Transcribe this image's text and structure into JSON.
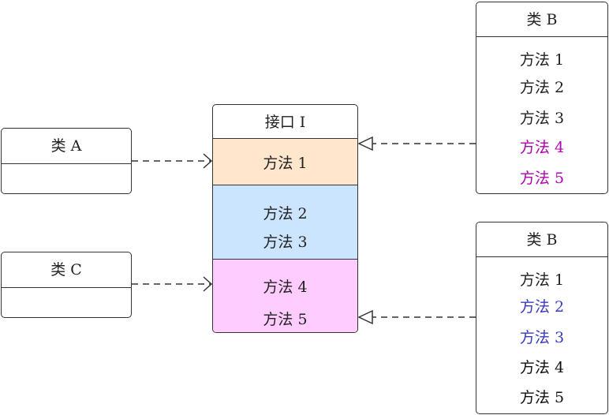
{
  "interface": {
    "title": "接口 I",
    "sections": [
      {
        "color": "#ffe6cc",
        "methods": [
          "方法 1"
        ]
      },
      {
        "color": "#cce5ff",
        "methods": [
          "方法 2",
          "方法 3"
        ]
      },
      {
        "color": "#ffccff",
        "methods": [
          "方法 4",
          "方法 5"
        ]
      }
    ]
  },
  "class_a": {
    "title": "类 A"
  },
  "class_c": {
    "title": "类 C"
  },
  "class_b_top": {
    "title": "类 B",
    "methods": [
      {
        "label": "方法 1",
        "color": "#222222"
      },
      {
        "label": "方法 2",
        "color": "#222222"
      },
      {
        "label": "方法 3",
        "color": "#222222"
      },
      {
        "label": "方法 4",
        "color": "#b000b0"
      },
      {
        "label": "方法 5",
        "color": "#b000b0"
      }
    ]
  },
  "class_b_bottom": {
    "title": "类 B",
    "methods": [
      {
        "label": "方法 1",
        "color": "#222222"
      },
      {
        "label": "方法 2",
        "color": "#3a3ac8"
      },
      {
        "label": "方法 3",
        "color": "#3a3ac8"
      },
      {
        "label": "方法 4",
        "color": "#111111"
      },
      {
        "label": "方法 5",
        "color": "#111111"
      }
    ]
  },
  "colors": {
    "line": "#333333"
  }
}
